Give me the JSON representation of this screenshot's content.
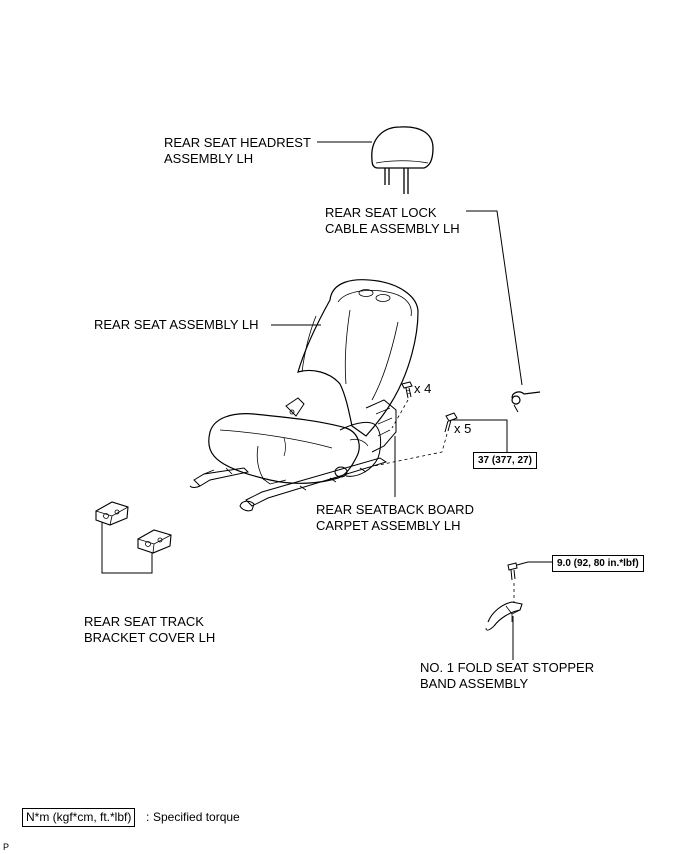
{
  "labels": {
    "headrest_l1": "REAR SEAT HEADREST",
    "headrest_l2": "ASSEMBLY LH",
    "lock_cable_l1": "REAR SEAT LOCK",
    "lock_cable_l2": "CABLE ASSEMBLY LH",
    "seat_assembly": "REAR SEAT ASSEMBLY LH",
    "qty_4": "x 4",
    "qty_5": "x 5",
    "seatback_board_l1": "REAR SEATBACK BOARD",
    "seatback_board_l2": "CARPET ASSEMBLY LH",
    "track_cover_l1": "REAR SEAT TRACK",
    "track_cover_l2": "BRACKET COVER LH",
    "stopper_l1": "NO. 1 FOLD SEAT STOPPER",
    "stopper_l2": "BAND ASSEMBLY"
  },
  "torques": {
    "seat_bolts": "37 (377, 27)",
    "stopper_bolt": "9.0 (92, 80 in.*lbf)"
  },
  "legend": {
    "box_text": "N*m (kgf*cm, ft.*lbf)",
    "separator": ":",
    "description": "Specified torque"
  },
  "corner_mark": "P"
}
